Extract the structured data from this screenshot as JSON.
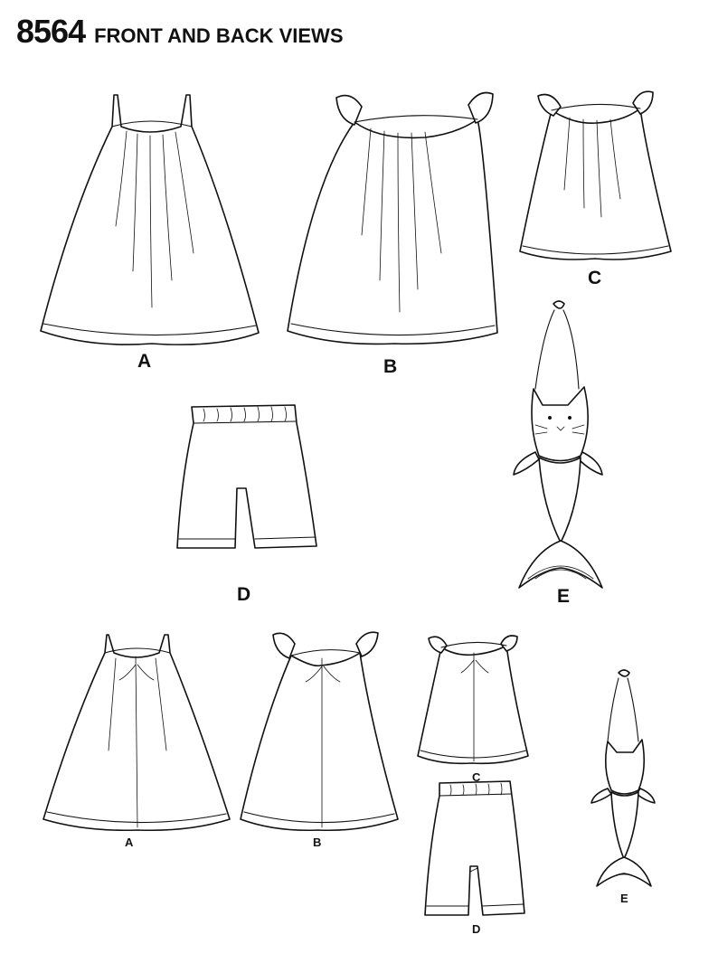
{
  "header": {
    "pattern_number": "8564",
    "title": "FRONT AND BACK VIEWS"
  },
  "views": {
    "front": {
      "dress_a": {
        "label": "A"
      },
      "dress_b": {
        "label": "B"
      },
      "top_c": {
        "label": "C"
      },
      "shorts_d": {
        "label": "D"
      },
      "bag_e": {
        "label": "E"
      }
    },
    "back": {
      "dress_a": {
        "label": "A"
      },
      "dress_b": {
        "label": "B"
      },
      "top_c": {
        "label": "C"
      },
      "shorts_d": {
        "label": "D"
      },
      "bag_e": {
        "label": "E"
      }
    }
  }
}
